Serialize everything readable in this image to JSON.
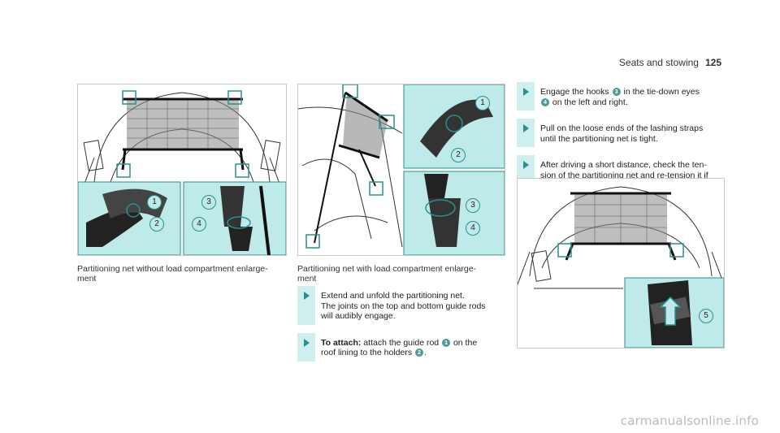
{
  "header": {
    "section": "Seats and stowing",
    "page_number": "125"
  },
  "figure_left": {
    "caption": "Partitioning net without load compartment enlarge-\nment",
    "callouts": [
      "1",
      "2",
      "3",
      "4"
    ]
  },
  "figure_middle": {
    "caption": "Partitioning net with load compartment enlarge-\nment",
    "callouts": [
      "1",
      "2",
      "3",
      "4"
    ]
  },
  "figure_right": {
    "callouts": [
      "5"
    ]
  },
  "steps_middle": [
    {
      "text": "Extend and unfold the partitioning net.\nThe joints on the top and bottom guide rods\nwill audibly engage."
    }
  ],
  "step_attach": {
    "lead": "To attach:",
    "part1": " attach the guide rod ",
    "n1": "1",
    "part2": " on the\nroof lining to the holders ",
    "n2": "2",
    "part3": "."
  },
  "step_hooks": {
    "part1": "Engage the hooks ",
    "n1": "3",
    "part2": " in the tie-down eyes\n",
    "n2": "4",
    "part3": " on the left and right."
  },
  "steps_right": [
    {
      "text": "Pull on the loose ends of the lashing straps\nuntil the partitioning net is tight."
    },
    {
      "text": "After driving a short distance, check the ten-\nsion of the partitioning net and re-tension it if\nnecessary."
    }
  ],
  "footer": {
    "watermark": "carmanualsonline.info"
  },
  "colors": {
    "accent": "#2a8f8f",
    "highlight": "#bfeaea",
    "callout": "#4a9a9a"
  }
}
